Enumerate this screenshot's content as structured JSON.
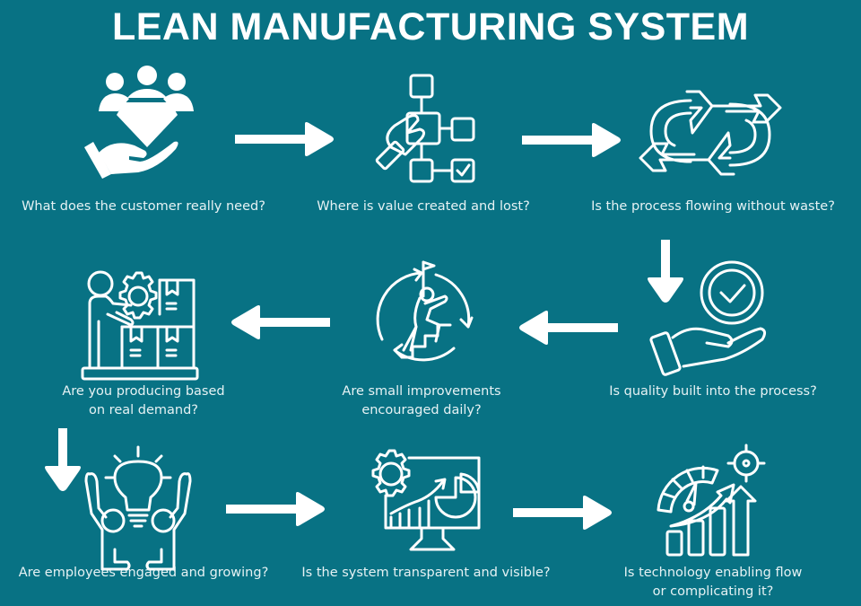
{
  "title": "LEAN MANUFACTURING SYSTEM",
  "colors": {
    "background": "#087284",
    "foreground": "#ffffff"
  },
  "steps": [
    {
      "order": 1,
      "icon": "customer-value-diamond-hand-icon",
      "caption": "What does the customer really need?"
    },
    {
      "order": 2,
      "icon": "value-stream-flowchart-hand-icon",
      "caption": "Where is value created and lost?"
    },
    {
      "order": 3,
      "icon": "continuous-flow-arrows-icon",
      "caption": "Is the process flowing without waste?"
    },
    {
      "order": 4,
      "icon": "quality-check-hand-icon",
      "caption": "Is quality built into the process?"
    },
    {
      "order": 5,
      "icon": "kaizen-climbing-stairs-icon",
      "caption_lines": [
        "Are small improvements",
        "encouraged daily?"
      ]
    },
    {
      "order": 6,
      "icon": "pull-production-worker-boxes-icon",
      "caption_lines": [
        "Are you producing based",
        "on real demand?"
      ]
    },
    {
      "order": 7,
      "icon": "engaged-employees-lightbulb-icon",
      "caption": "Are employees engaged and growing?"
    },
    {
      "order": 8,
      "icon": "visual-management-monitor-icon",
      "caption": "Is the system transparent and visible?"
    },
    {
      "order": 9,
      "icon": "technology-performance-growth-icon",
      "caption_lines": [
        "Is technology enabling flow",
        "or complicating it?"
      ]
    }
  ],
  "connectors": [
    {
      "from": 1,
      "to": 2,
      "direction": "right"
    },
    {
      "from": 2,
      "to": 3,
      "direction": "right"
    },
    {
      "from": 3,
      "to": 4,
      "direction": "down"
    },
    {
      "from": 4,
      "to": 5,
      "direction": "left"
    },
    {
      "from": 5,
      "to": 6,
      "direction": "left"
    },
    {
      "from": 6,
      "to": 7,
      "direction": "down"
    },
    {
      "from": 7,
      "to": 8,
      "direction": "right"
    },
    {
      "from": 8,
      "to": 9,
      "direction": "right"
    }
  ]
}
